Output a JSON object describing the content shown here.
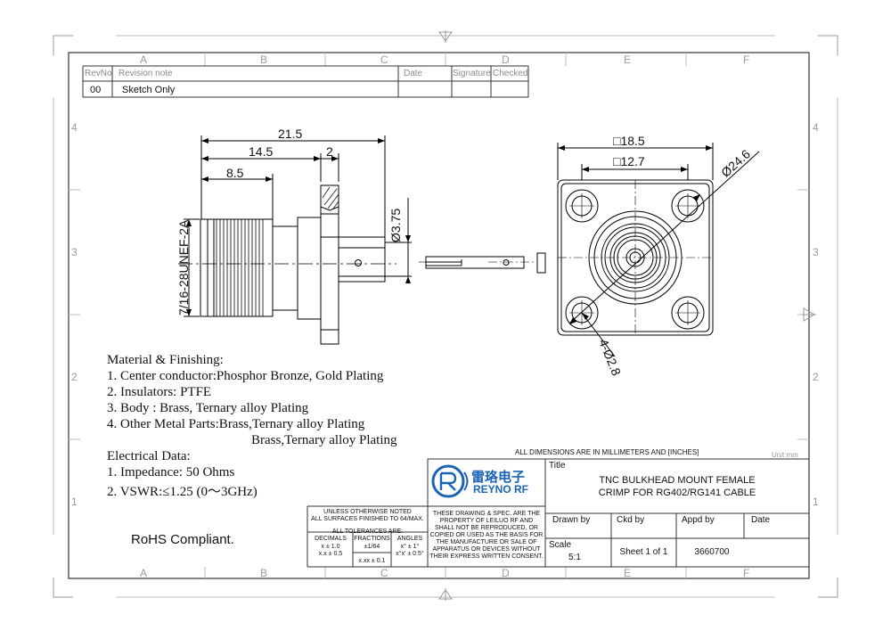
{
  "grid": {
    "cols": [
      "A",
      "B",
      "C",
      "D",
      "E",
      "F"
    ],
    "rows": [
      "4",
      "3",
      "2",
      "1"
    ]
  },
  "revision_table": {
    "headers": {
      "rev_no": "RevNo",
      "note": "Revision note",
      "date": "Date",
      "signature": "Signature",
      "checked": "Checked"
    },
    "rows": [
      {
        "rev": "00",
        "note": "Sketch Only"
      }
    ]
  },
  "side_view": {
    "dim_overall": "21.5",
    "dim_mid": "14.5",
    "dim_flange": "2",
    "dim_thread_len": "8.5",
    "dim_bore": "Ø3.75",
    "thread_spec": "7/16-28UNEF-2A"
  },
  "front_view": {
    "dim_square": "□18.5",
    "dim_hole_spacing": "□12.7",
    "dim_diag": "Ø24.6",
    "dim_holes": "4-Ø2.8"
  },
  "material": {
    "heading": "Material & Finishing:",
    "items": [
      "1. Center conductor:Phosphor Bronze, Gold Plating",
      "2. Insulators: PTFE",
      "3. Body : Brass, Ternary alloy Plating",
      "4. Other Metal Parts:Brass,Ternary alloy Plating"
    ],
    "continuation": "Brass,Ternary alloy Plating"
  },
  "electrical": {
    "heading": "Electrical Data:",
    "items": [
      "1. Impedance: 50 Ohms",
      "2. VSWR:≤1.25 (0～3GHz)"
    ]
  },
  "rohs": "RoHS Compliant.",
  "title_block": {
    "dimensions_note": "ALL DIMENSIONS ARE IN MILLIMETERS AND [INCHES]",
    "unit": "Unit:mm",
    "tolerance": {
      "l1": "UNLESS OTHERWISE NOTED",
      "l2": "ALL SURFACES FINISHED TO 64/MAX.",
      "l3": "ALL TOLERANCES ARE:",
      "h_decimals": "DECIMALS",
      "h_fractions": "FRACTIONS",
      "h_angles": "ANGLES",
      "d1": "x ± 1.0",
      "d2": "x.x ± 0.5",
      "d3": "x.xx ± 0.1",
      "f1": "±1/64",
      "a1": "x° ± 1°",
      "a2": "x°x' ± 0.5°"
    },
    "notice": "THESE DRAWING & SPEC. ARE THE PROPERTY OF LEILUO RF AND SHALL NOT BE REPRODUCED, OR COPIED OR USED AS THE BASIS FOR THE MANUFACTURE OR SALE OF APPARATUS OR DEVICES WITHOUT THEIR EXPRESS WRITTEN CONSENT.",
    "logo_cn": "雷珞电子",
    "logo_en": "REYNO RF",
    "title_label": "Title",
    "title_l1": "TNC BULKHEAD MOUNT FEMALE",
    "title_l2": "CRIMP FOR RG402/RG141 CABLE",
    "drawn_by": "Drawn by",
    "ckd_by": "Ckd by",
    "appd_by": "Appd by",
    "date": "Date",
    "scale_label": "Scale",
    "scale": "5:1",
    "sheet": "Sheet 1 of 1",
    "part_no": "3660700"
  }
}
